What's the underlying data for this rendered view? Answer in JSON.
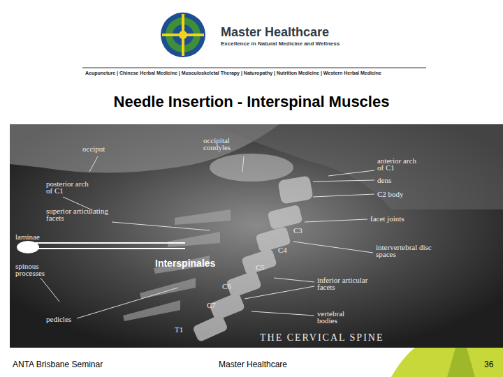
{
  "diagram": {
    "title": "Needle Insertion - Interspinal Muscles",
    "labels": [
      "Master Healthcare",
      "Excellence in Natural Medicine and Wellness",
      "Acupuncture | Chinese Herbal Medicine | Musculoskeletal Therapy | Naturopathy | Nutrition Medicine | Western Herbal Medicine",
      "occiput",
      "occipital condyles",
      "anterior arch of C1",
      "posterior arch of C1",
      "dens",
      "C2 body",
      "superior articulating facets",
      "facet joints",
      "C3",
      "laminae",
      "C4",
      "intervertebral disc spaces",
      "Interspinales",
      "spinous processes",
      "C5",
      "inferior articular facets",
      "C6",
      "C7",
      "pedicles",
      "vertebral bodies",
      "T1",
      "THE CERVICAL SPINE",
      "ANTA Brisbane Seminar",
      "Master Healthcare",
      "36"
    ]
  }
}
